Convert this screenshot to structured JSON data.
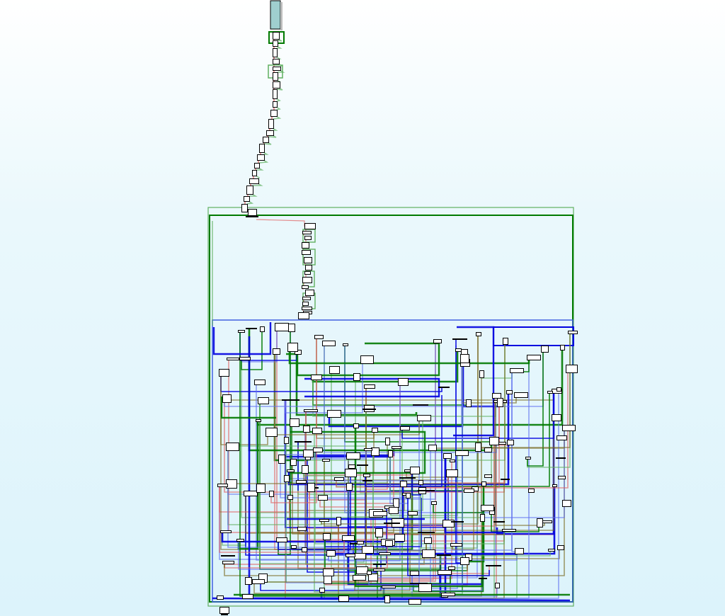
{
  "diagram": {
    "type": "control-flow-graph",
    "colors": {
      "background_top": "#ffffff",
      "background_bottom": "#dcf3fb",
      "entry_block_fill": "#9fcfcf",
      "node_fill": "#ffffff",
      "node_stroke": "#000000",
      "edge_true": "#e06060",
      "edge_false": "#60b060",
      "edge_dark_green": "#007a00",
      "edge_blue": "#0000e0",
      "edge_light_blue": "#6070f0",
      "edge_olive": "#7a6a20"
    },
    "regions": [
      {
        "name": "outer-loop-region",
        "color": "#60b060"
      },
      {
        "name": "inner-loop-region",
        "color": "#007a00"
      },
      {
        "name": "nested-blue-region",
        "color": "#4060e0"
      }
    ],
    "entry_node": "entry-block",
    "exit_node": "exit-block"
  }
}
